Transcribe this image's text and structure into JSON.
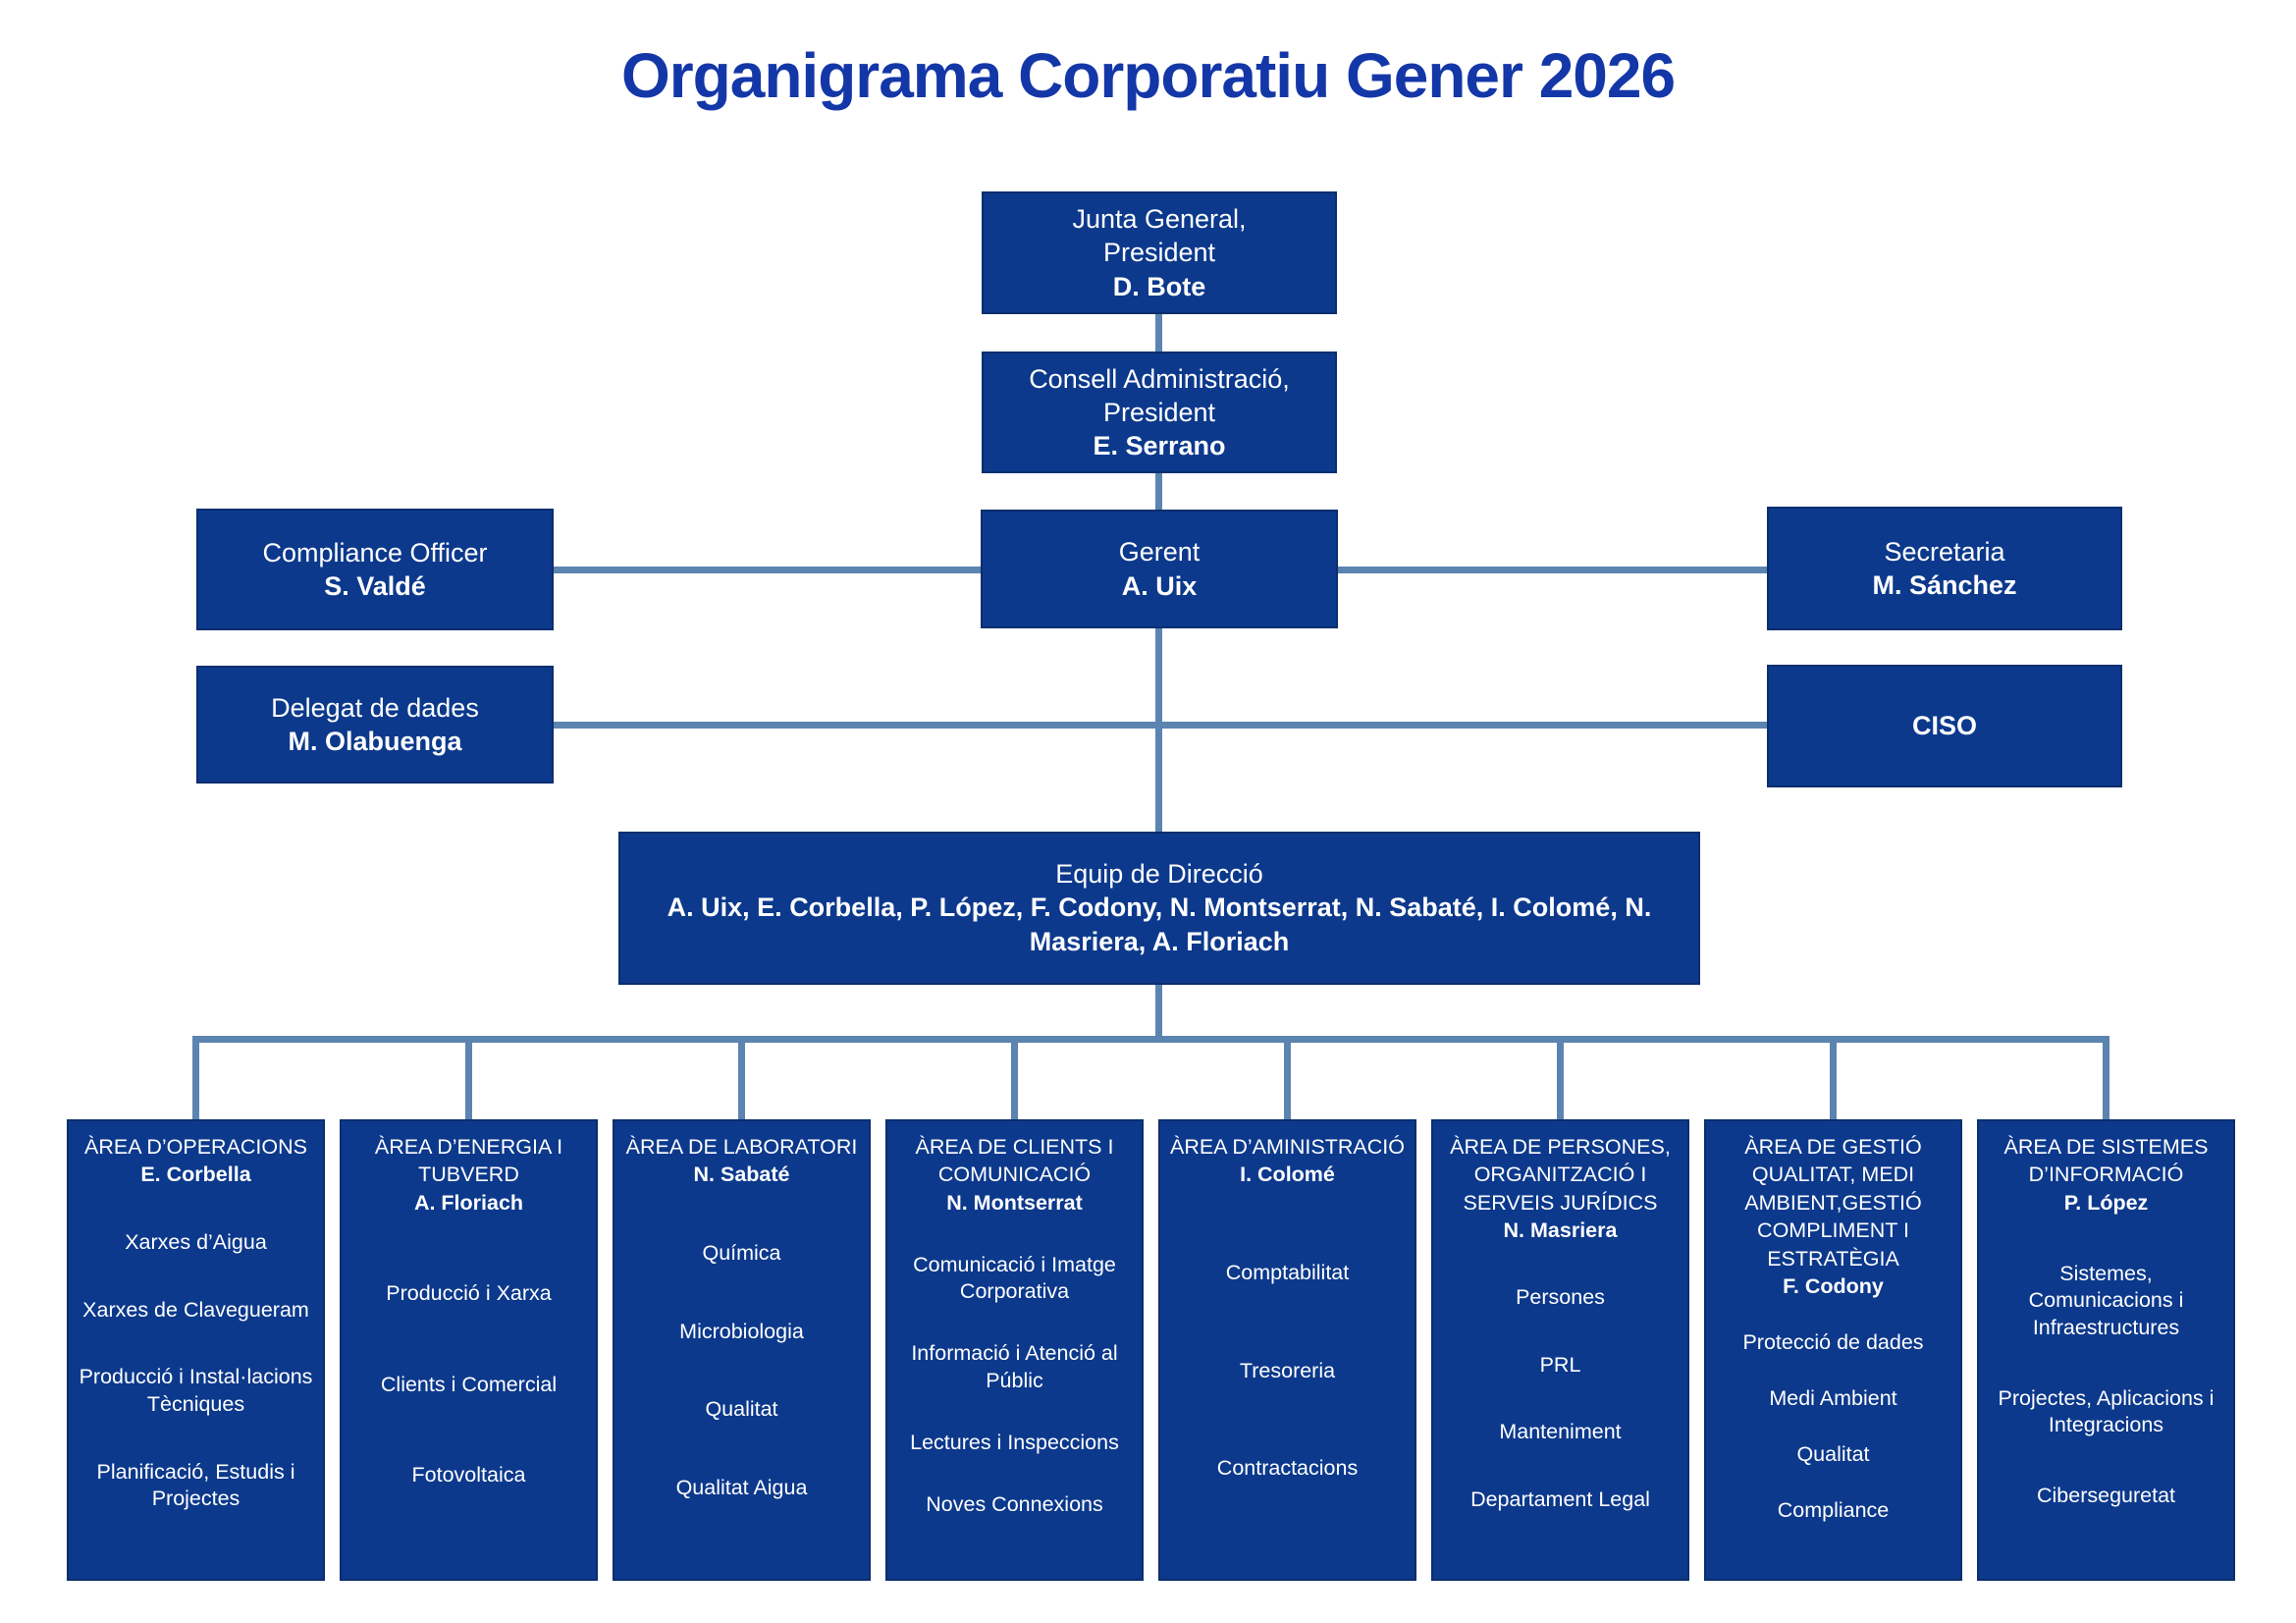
{
  "page_title": "Organigrama Corporatiu Gener 2026",
  "colors": {
    "background": "#ffffff",
    "box_fill": "#0c398c",
    "box_border": "#0a2e6e",
    "connector": "#5b84b1",
    "title_text": "#1437a8",
    "box_text": "#ffffff"
  },
  "nodes": {
    "junta": {
      "title": "Junta General,",
      "subtitle": "President",
      "name": "D. Bote"
    },
    "consell": {
      "title": "Consell Administració,",
      "subtitle": "President",
      "name": "E. Serrano"
    },
    "compliance": {
      "title": "Compliance Officer",
      "name": "S. Valdé"
    },
    "gerent": {
      "title": "Gerent",
      "name": "A. Uix"
    },
    "secretaria": {
      "title": "Secretaria",
      "name": "M. Sánchez"
    },
    "delegat": {
      "title": "Delegat de dades",
      "name": "M. Olabuenga"
    },
    "ciso": {
      "title": "CISO"
    },
    "equip": {
      "title": "Equip de Direcció",
      "names": "A. Uix, E. Corbella, P. López, F. Codony, N. Montserrat, N. Sabaté, I. Colomé, N. Masriera, A. Floriach"
    }
  },
  "areas": [
    {
      "header": "ÀREA D’OPERACIONS",
      "manager": "E. Corbella",
      "items": [
        "Xarxes d’Aigua",
        "Xarxes de Clavegueram",
        "Producció i Instal·lacions Tècniques",
        "Planificació, Estudis i Projectes"
      ]
    },
    {
      "header": "ÀREA D’ENERGIA I TUBVERD",
      "manager": "A. Floriach",
      "items": [
        "Producció i Xarxa",
        "Clients i Comercial",
        "Fotovoltaica"
      ]
    },
    {
      "header": "ÀREA DE LABORATORI",
      "manager": "N. Sabaté",
      "items": [
        "Química",
        "Microbiologia",
        "Qualitat",
        "Qualitat Aigua"
      ]
    },
    {
      "header": "ÀREA DE CLIENTS I COMUNICACIÓ",
      "manager": "N. Montserrat",
      "items": [
        "Comunicació i Imatge Corporativa",
        "Informació i Atenció al Públic",
        "Lectures i Inspeccions",
        "Noves Connexions"
      ]
    },
    {
      "header": "ÀREA D’AMINISTRACIÓ",
      "manager": "I. Colomé",
      "items": [
        "Comptabilitat",
        "Tresoreria",
        "Contractacions"
      ]
    },
    {
      "header": "ÀREA DE PERSONES, ORGANITZACIÓ I SERVEIS JURÍDICS",
      "manager": "N. Masriera",
      "items": [
        "Persones",
        "PRL",
        "Manteniment",
        "Departament Legal"
      ]
    },
    {
      "header": "ÀREA DE GESTIÓ QUALITAT, MEDI AMBIENT,GESTIÓ COMPLIMENT I ESTRATÈGIA",
      "manager": "F. Codony",
      "items": [
        "Protecció de dades",
        "Medi Ambient",
        "Qualitat",
        "Compliance"
      ]
    },
    {
      "header": "ÀREA DE SISTEMES D’INFORMACIÓ",
      "manager": "P. López",
      "items": [
        "Sistemes, Comunicacions i Infraestructures",
        "Projectes, Aplicacions i Integracions",
        "Ciberseguretat"
      ]
    }
  ]
}
